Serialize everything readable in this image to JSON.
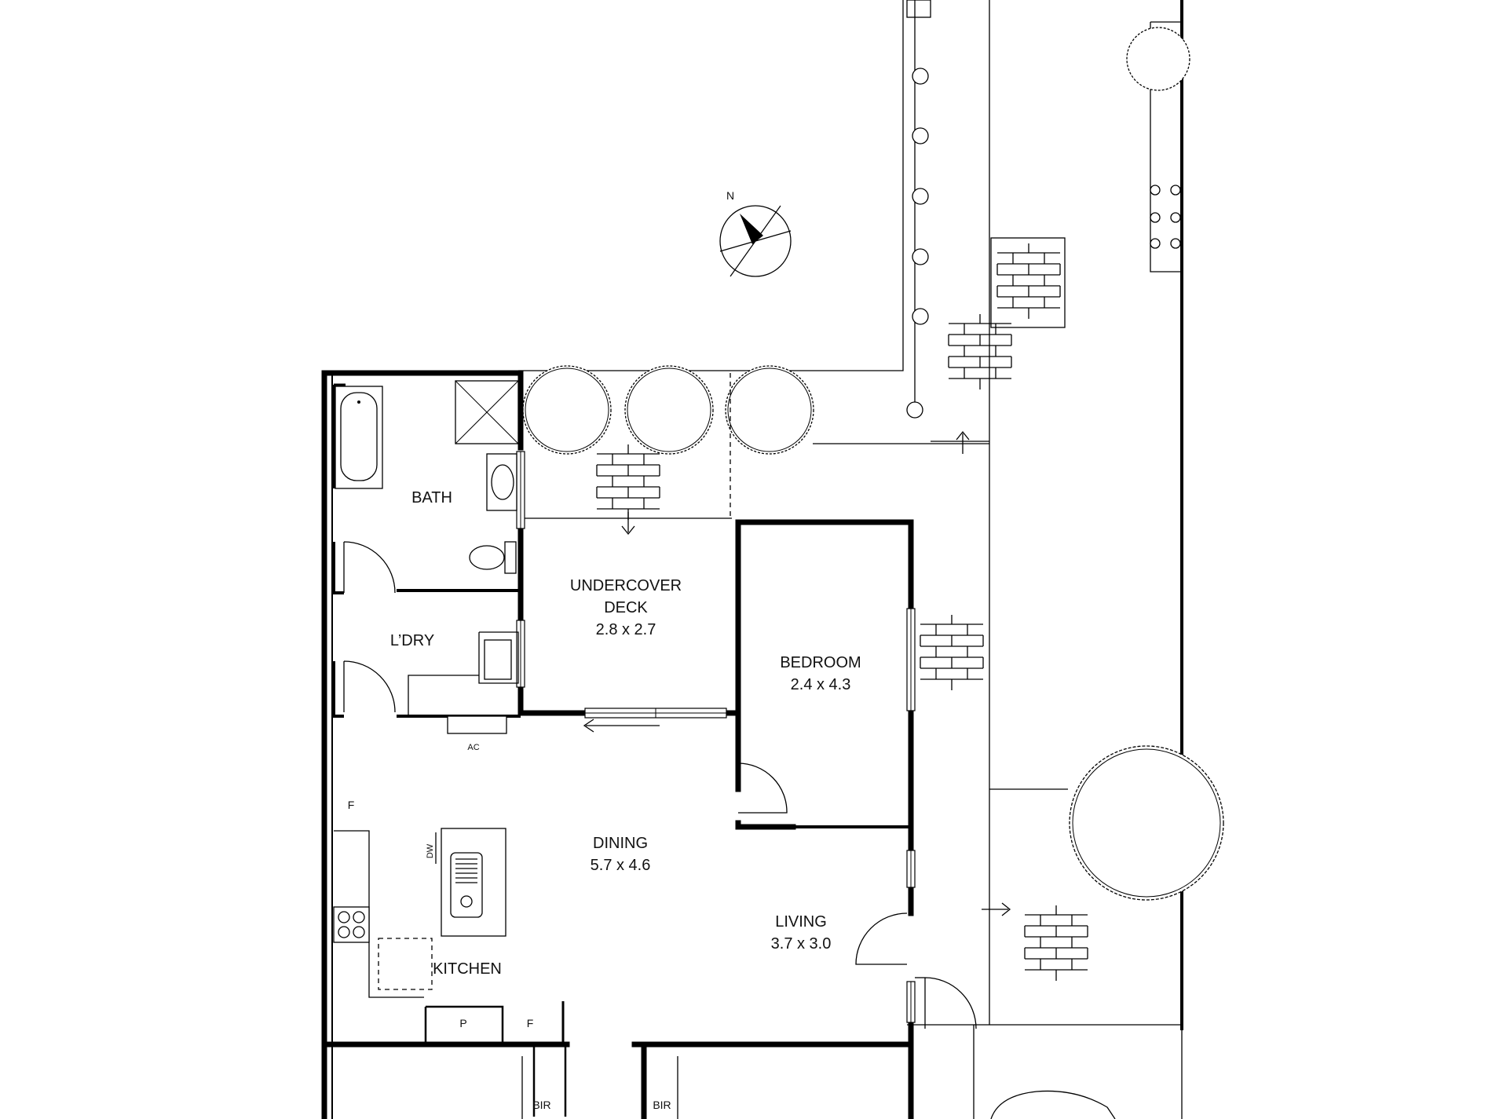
{
  "compass": {
    "label": "N"
  },
  "rooms": {
    "bath": {
      "name": "BATH"
    },
    "laundry": {
      "name": "L’DRY"
    },
    "undercover_deck": {
      "name_line1": "UNDERCOVER",
      "name_line2": "DECK",
      "size": "2.8 x 2.7"
    },
    "bedroom": {
      "name": "BEDROOM",
      "size": "2.4 x 4.3"
    },
    "dining": {
      "name": "DINING",
      "size": "5.7 x 4.6"
    },
    "living": {
      "name": "LIVING",
      "size": "3.7 x 3.0"
    },
    "kitchen": {
      "name": "KITCHEN"
    }
  },
  "fixtures": {
    "ac": "AC",
    "fridge_top": "F",
    "fridge_bottom": "F",
    "dishwasher": "DW",
    "pantry": "P",
    "bir_left": "BIR",
    "bir_right": "BIR"
  }
}
